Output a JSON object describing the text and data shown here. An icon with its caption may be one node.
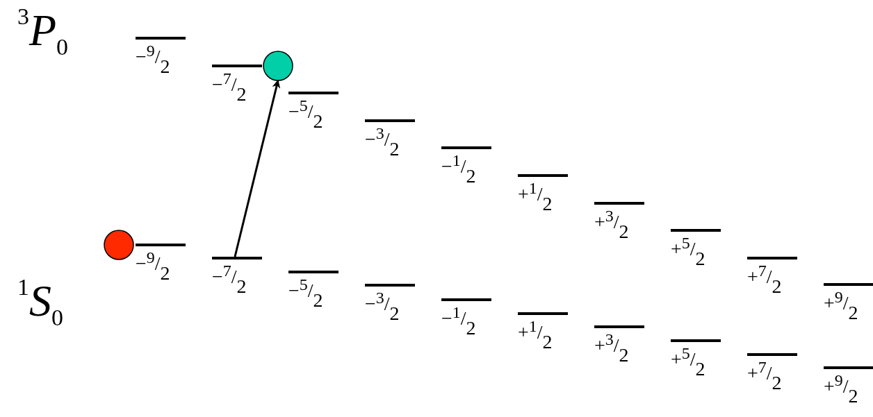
{
  "diagram": {
    "nodes": [
      {
        "text": [
          "−$^{9}$/$_{2}$"
        ]
      },
      {
        "text": [
          "−$^{7}$/$_{2}$"
        ]
      },
      {
        "text": [
          "−$^{5}$/$_{2}$"
        ]
      },
      {
        "text": [
          "−$^{3}$/$_{2}$"
        ]
      },
      {
        "text": [
          "−$^{1}$/$_{2}$"
        ]
      },
      {
        "text": [
          "+$^{1}$/$_{2}$"
        ]
      },
      {
        "text": [
          "+$^{3}$/$_{2}$"
        ]
      },
      {
        "text": [
          "+$^{5}$/$_{2}$"
        ]
      },
      {
        "text": [
          "+$^{7}$/$_{2}$"
        ]
      },
      {
        "text": [
          "+$^{9}$/$_{2}$"
        ]
      },
      {
        "text": [
          "−$^{9}$/$_{2}$"
        ]
      },
      {
        "text": [
          "−$^{7}$/$_{2}$"
        ]
      },
      {
        "text": [
          "−$^{5}$/$_{2}$"
        ]
      },
      {
        "text": [
          "−$^{3}$/$_{2}$"
        ]
      },
      {
        "text": [
          "−$^{1}$/$_{2}$"
        ]
      },
      {
        "text": [
          "+$^{1}$/$_{2}$"
        ]
      },
      {
        "text": [
          "+$^{3}$/$_{2}$"
        ]
      },
      {
        "text": [
          "+$^{5}$/$_{2}$"
        ]
      },
      {
        "text": [
          "+$^{7}$/$_{2}$"
        ]
      },
      {
        "text": [
          "+$^{9}$/$_{2}$"
        ]
      },
      {
        "text": [],
        "shape": "circle"
      },
      {
        "text": [],
        "shape": "circle"
      }
    ],
    "edges": [
      {
        "from": 11,
        "to": 21,
        "arrow": "to"
      }
    ],
    "labels": [
      "$^{3}$*P*$_{0}$",
      "$^{1}$*S*$_{0}$"
    ]
  }
}
